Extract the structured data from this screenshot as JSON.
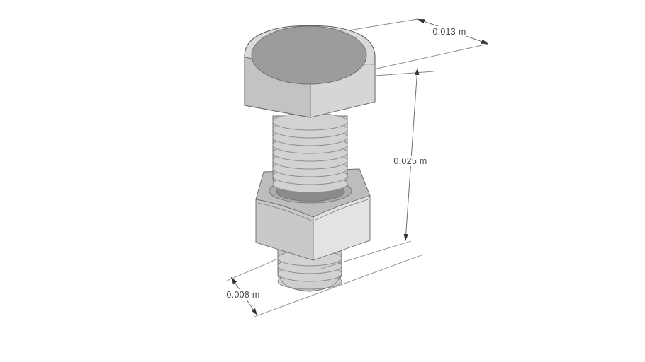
{
  "viewport": {
    "background": "#ffffff"
  },
  "dimensions": {
    "head_width": {
      "label": "0.013 m"
    },
    "overall_length": {
      "label": "0.025 m"
    },
    "shank_diameter": {
      "label": "0.008 m"
    }
  },
  "colors": {
    "edge": "#6b6b6b",
    "dimension_line": "#6e6e6e",
    "dimension_text": "#4a4a4a",
    "head_top": "#9c9c9c",
    "head_chamfer": "#dadada",
    "head_face_left": "#c3c3c3",
    "head_face_right": "#d6d6d6",
    "thread_base": "#c9c9c9",
    "thread_ring": "#d2d2d2",
    "thread_seam": "#8d8d8d",
    "nut_top": "#bdbdbd",
    "nut_chamfer_ring": "#adadad",
    "nut_shadow_ring": "#8b8b8b",
    "nut_face_left": "#c9c9c9",
    "nut_face_right": "#e3e3e3"
  }
}
